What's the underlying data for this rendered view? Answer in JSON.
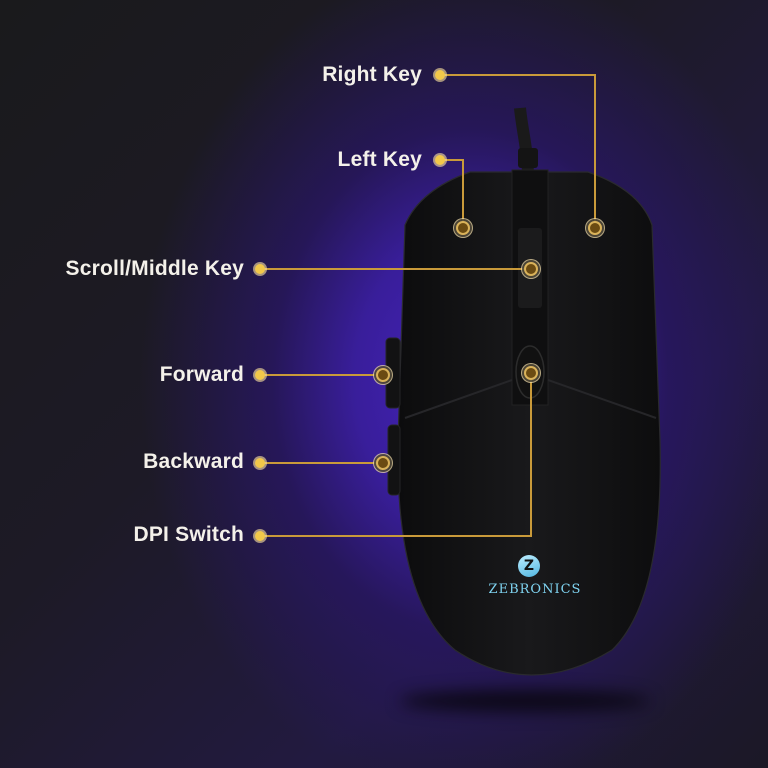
{
  "product": {
    "brand": "ZEBRONICS",
    "colors": {
      "background_accent": "#4a22c0",
      "callout_line": "#c99a3a",
      "callout_dot": "#f2c84a",
      "brand_text": "#7fd3f0"
    }
  },
  "callouts": [
    {
      "label": "Right Key"
    },
    {
      "label": "Left Key"
    },
    {
      "label": "Scroll/Middle Key"
    },
    {
      "label": "Forward"
    },
    {
      "label": "Backward"
    },
    {
      "label": "DPI Switch"
    }
  ]
}
